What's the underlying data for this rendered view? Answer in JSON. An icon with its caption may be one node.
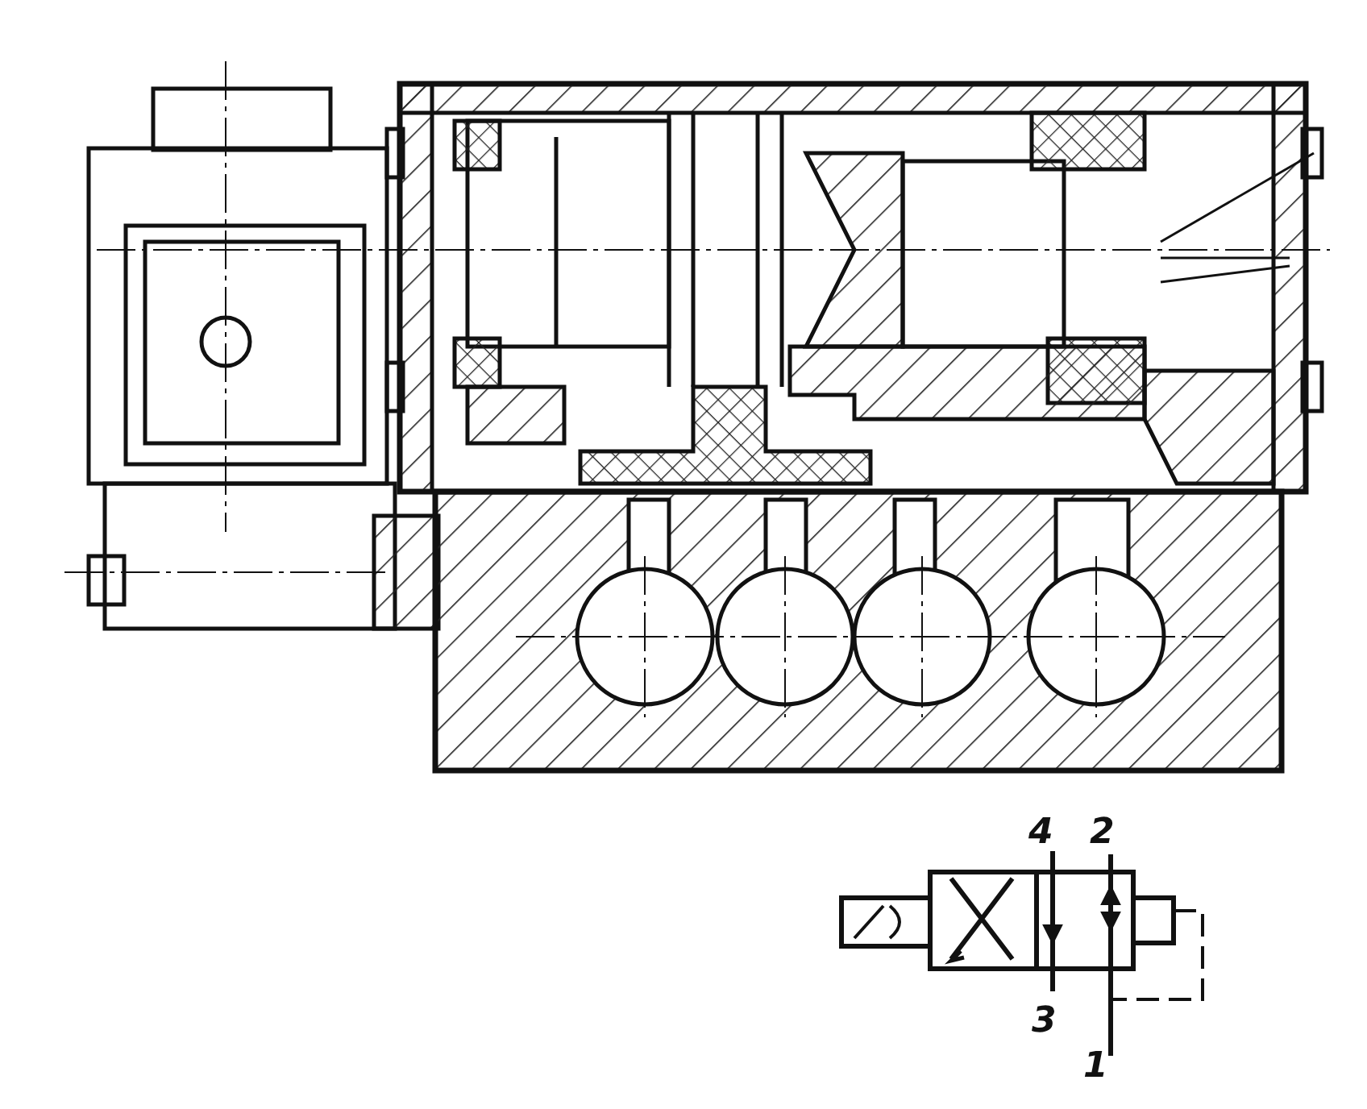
{
  "diagram": {
    "labels": [
      "4",
      "2",
      "3",
      "1"
    ]
  }
}
